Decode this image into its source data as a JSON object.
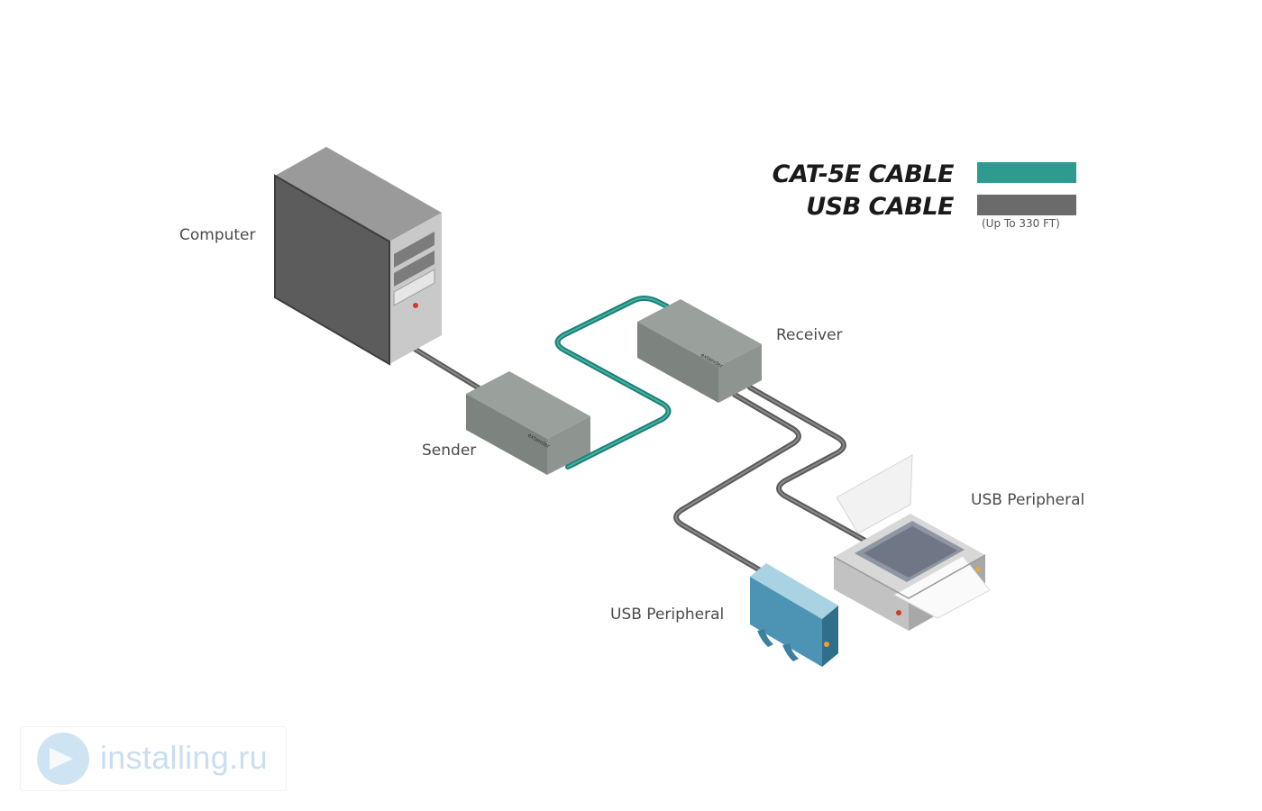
{
  "legend": {
    "cat5e_label": "CAT-5E CABLE",
    "usb_label": "USB CABLE",
    "range_note": "(Up To 330 FT)",
    "cat5e_color": "#2d9b90",
    "usb_color": "#6b6b6b"
  },
  "labels": {
    "computer": "Computer",
    "sender": "Sender",
    "receiver": "Receiver",
    "usb_peripheral_printer": "USB Peripheral",
    "usb_peripheral_drive": "USB Peripheral"
  },
  "watermark": {
    "text": "installing.ru"
  }
}
